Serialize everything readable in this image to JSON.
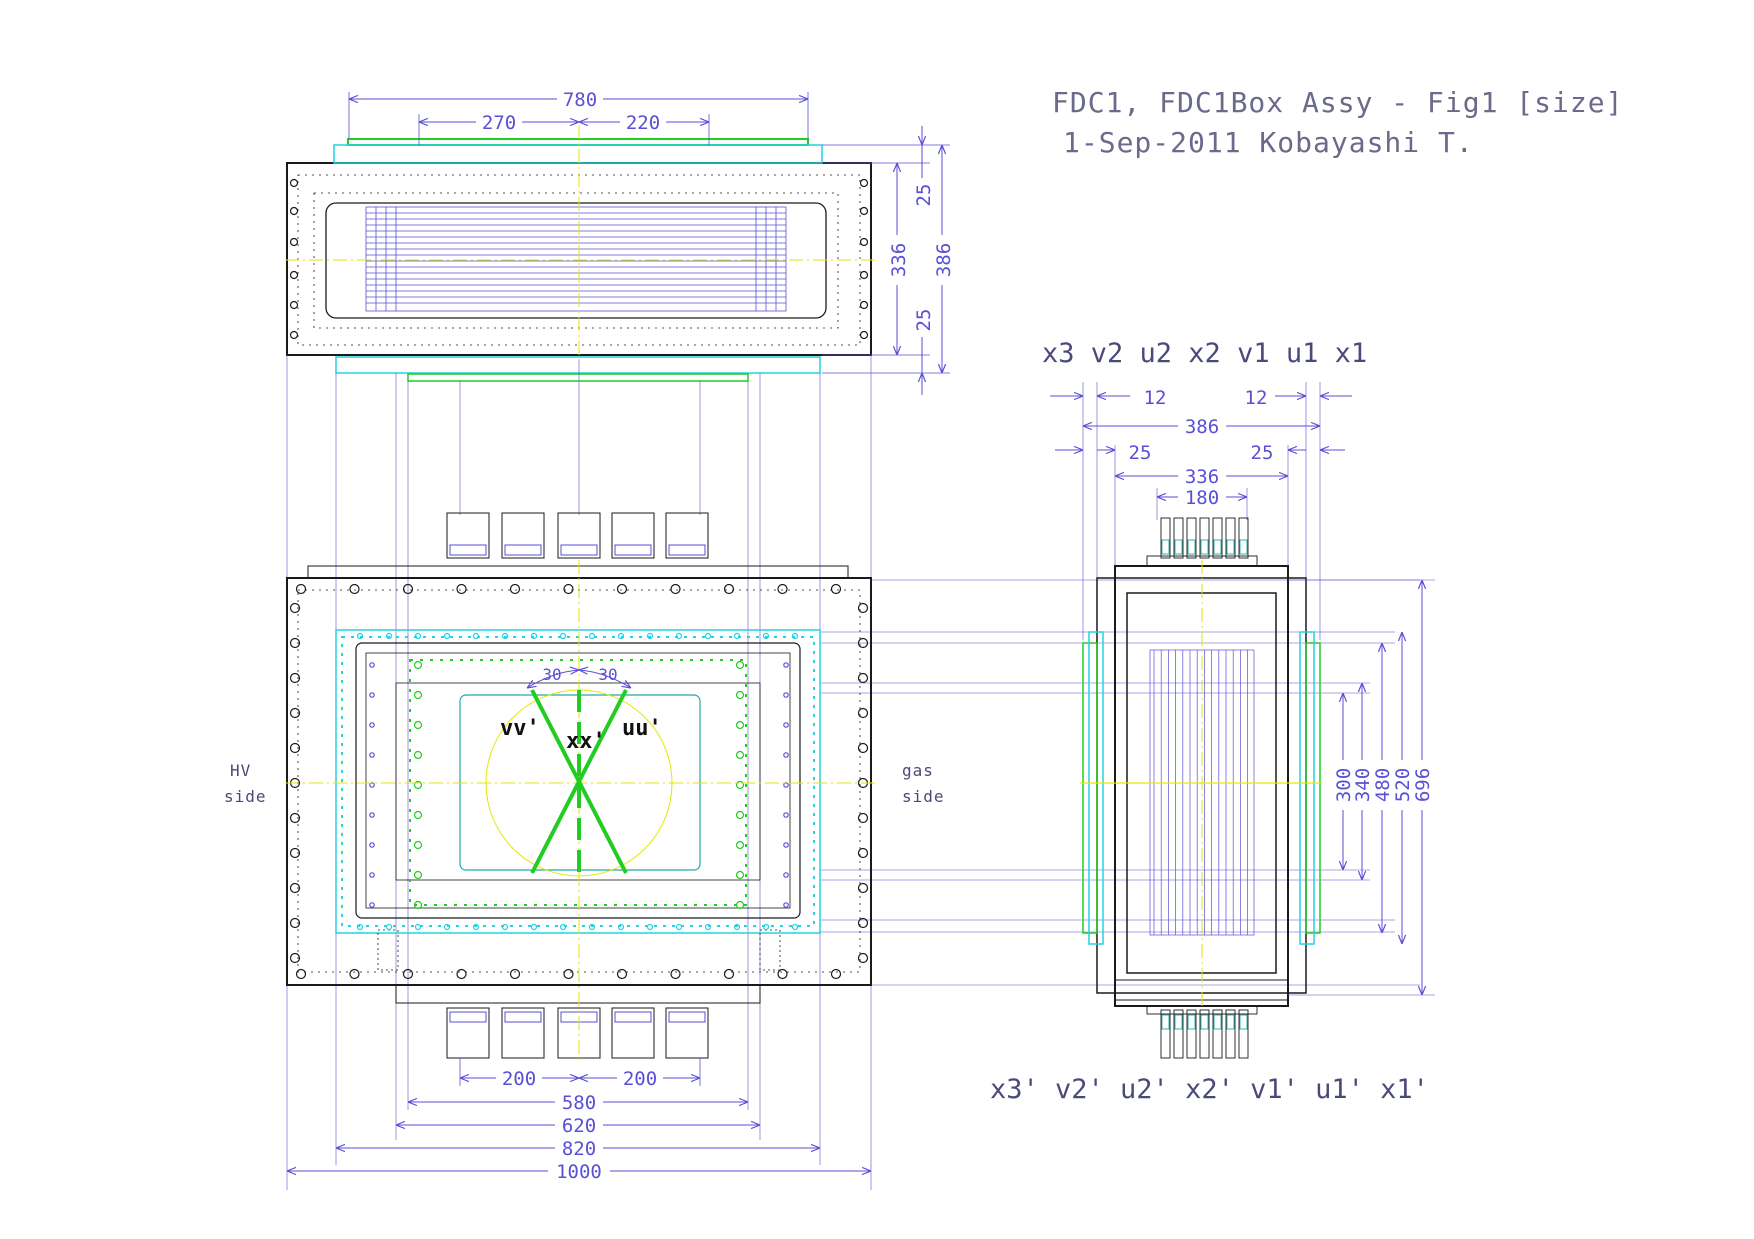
{
  "title": {
    "line1": "FDC1, FDC1Box Assy - Fig1 [size]",
    "line2": "1-Sep-2011  Kobayashi T."
  },
  "top_view": {
    "dims": {
      "total": "780",
      "left": "270",
      "right": "220",
      "vert_inner": "336",
      "vert_total": "386",
      "gap_top": "25",
      "gap_bottom": "25"
    }
  },
  "side_view": {
    "layers_top": "x3 v2 u2 x2 v1 u1 x1",
    "layers_bottom": "x3' v2' u2' x2' v1' u1' x1'",
    "dims": {
      "w12_left": "12",
      "w12_right": "12",
      "w386": "386",
      "w25_left": "25",
      "w25_right": "25",
      "w336": "336",
      "w180": "180",
      "h300": "300",
      "h340": "340",
      "h480": "480",
      "h520": "520",
      "h696": "696"
    }
  },
  "front_view": {
    "hv_side": [
      "HV",
      "side"
    ],
    "gas_side": [
      "gas",
      "side"
    ],
    "wire_labels": {
      "vv": "vv'",
      "xx": "xx'",
      "uu": "uu'"
    },
    "angles": {
      "left": "30",
      "right": "30"
    },
    "dims": {
      "d200_left": "200",
      "d200_right": "200",
      "d580": "580",
      "d620": "620",
      "d820": "820",
      "d1000": "1000"
    }
  },
  "colors": {
    "outline": "#1a1a1a",
    "dimension": "#5a4fd6",
    "wire_green": "#22cc22",
    "cyan": "#22d3e0",
    "center_yellow": "#e6e600"
  }
}
